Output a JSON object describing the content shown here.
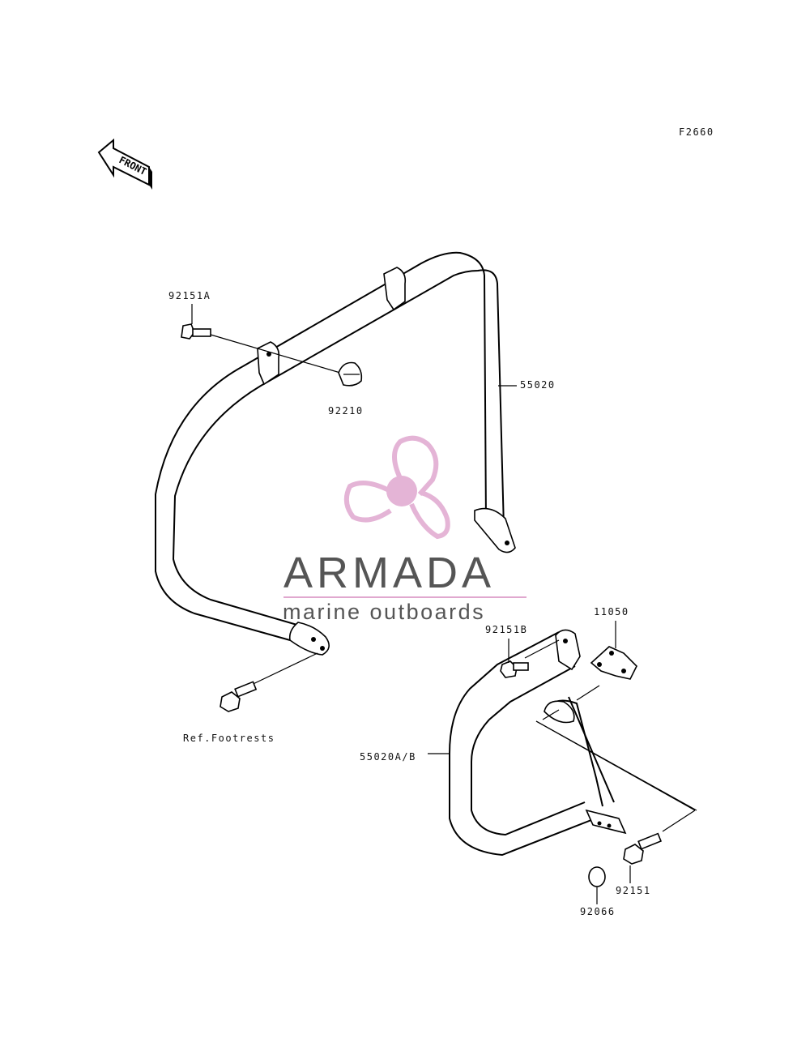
{
  "diagram_code": "F2660",
  "front_arrow_label": "FRONT",
  "watermark": {
    "title": "ARMADA",
    "subtitle": "marine outboards",
    "logo_color": "#e0a8cf"
  },
  "callouts": {
    "bolt_a": "92151A",
    "cap_nut": "92210",
    "guard_upper": "55020",
    "bolt_b": "92151B",
    "bracket": "11050",
    "ref_footrests": "Ref.Footrests",
    "guard_lower": "55020A/B",
    "bolt": "92151",
    "cap": "92066"
  }
}
